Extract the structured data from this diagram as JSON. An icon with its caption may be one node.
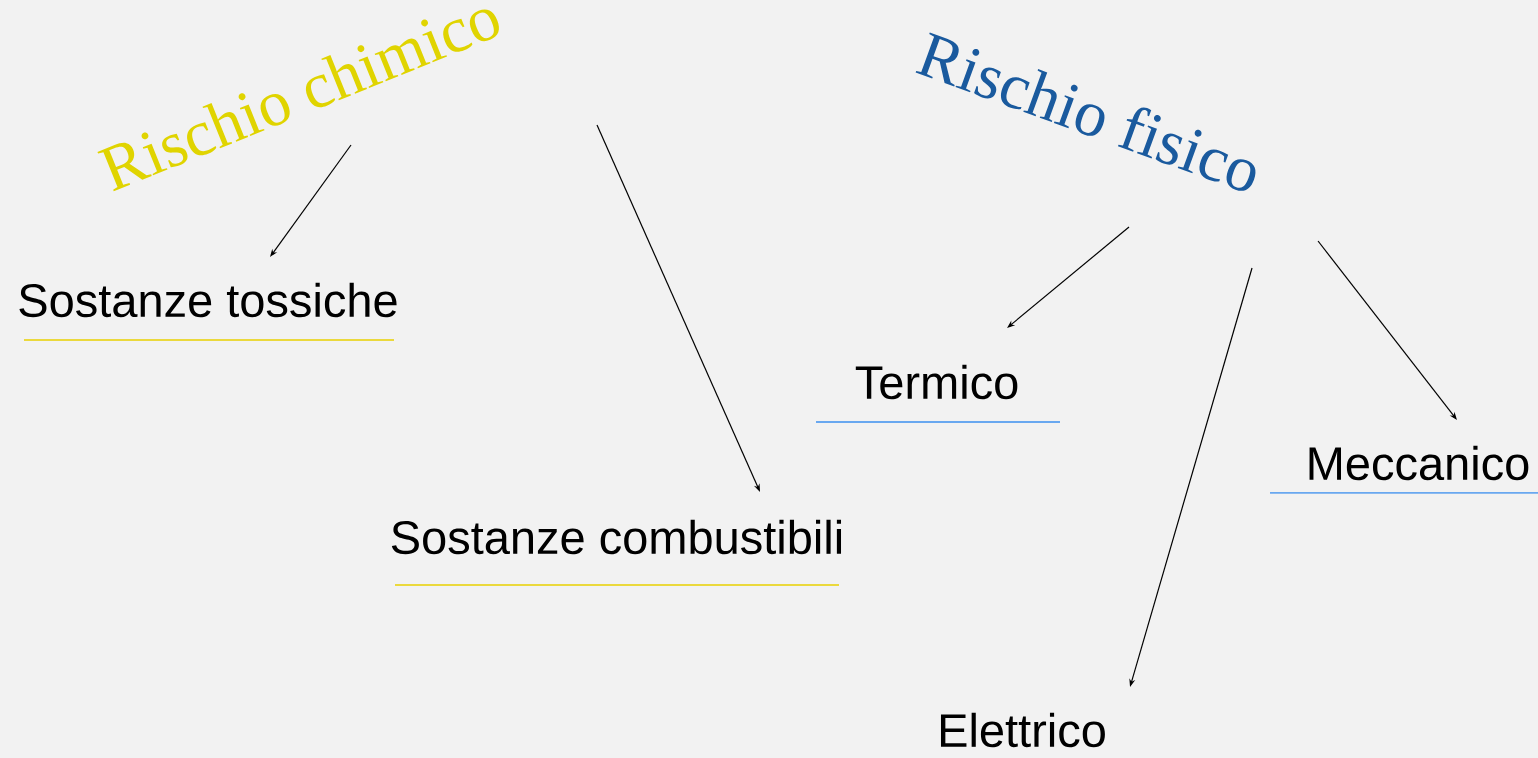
{
  "diagram": {
    "nodes": [
      {
        "text": [
          "Rischio chimico"
        ]
      },
      {
        "text": [
          "Sostanze tossiche"
        ]
      },
      {
        "text": [
          "Sostanze combustibili"
        ]
      },
      {
        "text": [
          "Rischio fisico"
        ]
      },
      {
        "text": [
          "Termico"
        ]
      },
      {
        "text": [
          "Meccanico"
        ]
      },
      {
        "text": [
          "Elettrico"
        ]
      }
    ],
    "edges": [
      {
        "from": 0,
        "to": 1,
        "arrow": "to"
      },
      {
        "from": 0,
        "to": 2,
        "arrow": "to"
      },
      {
        "from": 3,
        "to": 4,
        "arrow": "to"
      },
      {
        "from": 3,
        "to": 6,
        "arrow": "to"
      },
      {
        "from": 3,
        "to": 5,
        "arrow": "to"
      }
    ]
  }
}
